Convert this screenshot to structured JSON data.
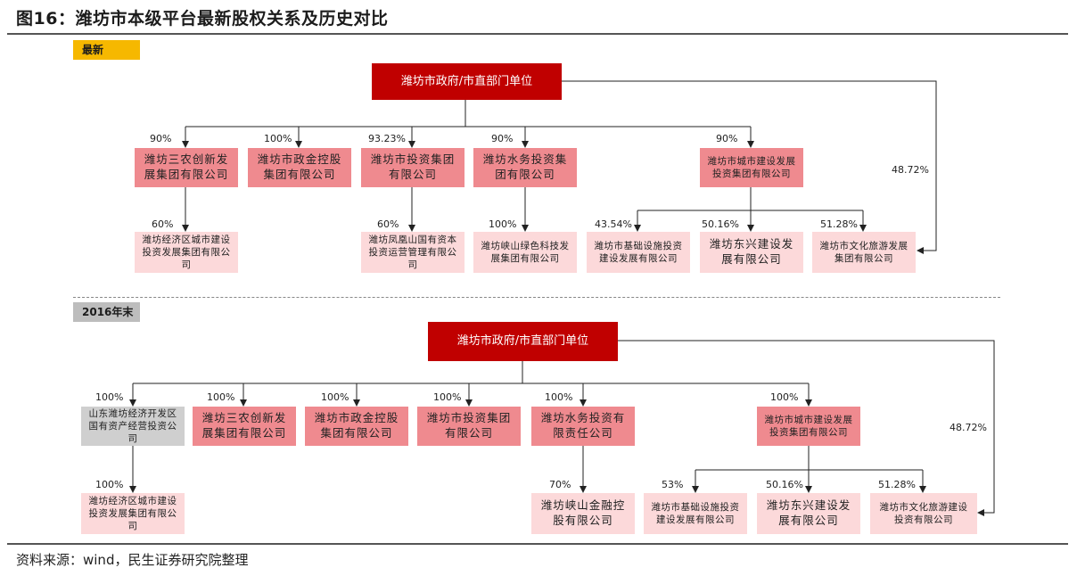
{
  "title": "图16：潍坊市本级平台最新股权关系及历史对比",
  "source": "资料来源：wind，民生证券研究院整理",
  "sections": {
    "latest": {
      "tag": "最新",
      "root": "潍坊市政府/市直部门单位",
      "children": [
        {
          "pct": "90%",
          "name": "潍坊三农创新发展集团有限公司"
        },
        {
          "pct": "100%",
          "name": "潍坊市政金控股集团有限公司"
        },
        {
          "pct": "93.23%",
          "name": "潍坊市投资集团有限公司"
        },
        {
          "pct": "90%",
          "name": "潍坊水务投资集团有限公司"
        },
        {
          "pct": "90%",
          "name": "潍坊市城市建设发展投资集团有限公司"
        }
      ],
      "grandchildren": [
        {
          "pct": "60%",
          "name": "潍坊经济区城市建设投资发展集团有限公司"
        },
        {
          "pct": "60%",
          "name": "潍坊凤凰山国有资本投资运营管理有限公司"
        },
        {
          "pct": "100%",
          "name": "潍坊峡山绿色科技发展集团有限公司"
        },
        {
          "pct": "43.54%",
          "name": "潍坊市基础设施投资建设发展有限公司"
        },
        {
          "pct": "50.16%",
          "name": "潍坊东兴建设发展有限公司"
        },
        {
          "pct": "51.28%",
          "name": "潍坊市文化旅游发展集团有限公司"
        }
      ],
      "direct_pct": "48.72%"
    },
    "y2016": {
      "tag": "2016年末",
      "root": "潍坊市政府/市直部门单位",
      "children": [
        {
          "pct": "100%",
          "name": "山东潍坊经济开发区国有资产经营投资公司"
        },
        {
          "pct": "100%",
          "name": "潍坊三农创新发展集团有限公司"
        },
        {
          "pct": "100%",
          "name": "潍坊市政金控股集团有限公司"
        },
        {
          "pct": "100%",
          "name": "潍坊市投资集团有限公司"
        },
        {
          "pct": "100%",
          "name": "潍坊水务投资有限责任公司"
        },
        {
          "pct": "100%",
          "name": "潍坊市城市建设发展投资集团有限公司"
        }
      ],
      "grandchildren": [
        {
          "pct": "100%",
          "name": "潍坊经济区城市建设投资发展集团有限公司"
        },
        {
          "pct": "70%",
          "name": "潍坊峡山金融控股有限公司"
        },
        {
          "pct": "53%",
          "name": "潍坊市基础设施投资建设发展有限公司"
        },
        {
          "pct": "50.16%",
          "name": "潍坊东兴建设发展有限公司"
        },
        {
          "pct": "51.28%",
          "name": "潍坊市文化旅游建设投资有限公司"
        }
      ],
      "direct_pct": "48.72%"
    }
  }
}
